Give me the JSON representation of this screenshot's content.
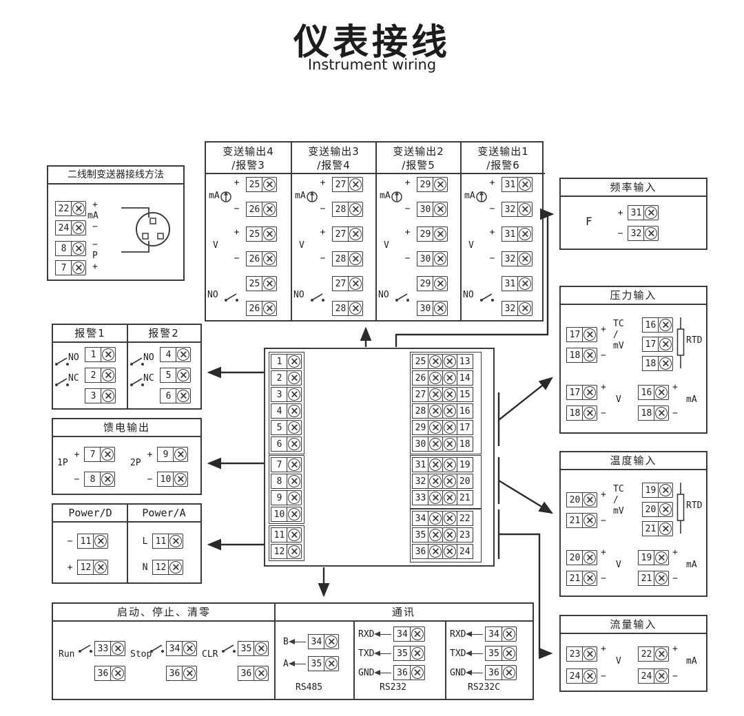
{
  "page_title": "仪表接线",
  "page_subtitle": "Instrument wiring",
  "two_wire": {
    "title": "二线制变送器接线方法",
    "terminals": [
      "22",
      "24",
      "8",
      "7"
    ],
    "group1_labels": [
      "+",
      "mA",
      "−"
    ],
    "group2_labels": [
      "−",
      "P",
      "+"
    ]
  },
  "transmit": {
    "columns": [
      {
        "title": "变送输出4",
        "subtitle": "/报警3",
        "terminals": [
          "25",
          "26"
        ]
      },
      {
        "title": "变送输出3",
        "subtitle": "/报警4",
        "terminals": [
          "27",
          "28"
        ]
      },
      {
        "title": "变送输出2",
        "subtitle": "/报警5",
        "terminals": [
          "29",
          "30"
        ]
      },
      {
        "title": "变送输出1",
        "subtitle": "/报警6",
        "terminals": [
          "31",
          "32"
        ]
      }
    ],
    "sections": [
      {
        "label": "mA",
        "plus": "+",
        "minus": "−"
      },
      {
        "label": "V",
        "plus": "+",
        "minus": "−"
      },
      {
        "label": "NO"
      }
    ]
  },
  "frequency": {
    "title": "频率输入",
    "label": "F",
    "rows": [
      {
        "sign": "+",
        "num": "31"
      },
      {
        "sign": "−",
        "num": "32"
      }
    ]
  },
  "pressure": {
    "title": "压力输入",
    "tc": {
      "nums": [
        "17",
        "18"
      ],
      "labels": [
        "TC",
        "/",
        "mV"
      ],
      "plus": "+",
      "minus": "−"
    },
    "rtd": {
      "nums": [
        "16",
        "17",
        "18"
      ],
      "label": "RTD"
    },
    "v": {
      "nums": [
        "17",
        "18"
      ],
      "label": "V",
      "plus": "+",
      "minus": "−"
    },
    "ma": {
      "nums": [
        "16",
        "18"
      ],
      "label": "mA",
      "plus": "+",
      "minus": "−"
    }
  },
  "temperature": {
    "title": "温度输入",
    "tc": {
      "nums": [
        "20",
        "21"
      ],
      "labels": [
        "TC",
        "/",
        "mV"
      ],
      "plus": "+",
      "minus": "−"
    },
    "rtd": {
      "nums": [
        "19",
        "20",
        "21"
      ],
      "label": "RTD"
    },
    "v": {
      "nums": [
        "20",
        "21"
      ],
      "label": "V",
      "plus": "+",
      "minus": "−"
    },
    "ma": {
      "nums": [
        "19",
        "21"
      ],
      "label": "mA",
      "plus": "+",
      "minus": "−"
    }
  },
  "flow": {
    "title": "流量输入",
    "v": {
      "nums": [
        "23",
        "24"
      ],
      "label": "V",
      "plus": "+",
      "minus": "−"
    },
    "ma": {
      "nums": [
        "22",
        "24"
      ],
      "label": "mA",
      "plus": "+",
      "minus": "−"
    }
  },
  "alarms": {
    "columns": [
      {
        "title": "报警1",
        "nums": [
          "1",
          "2",
          "3"
        ]
      },
      {
        "title": "报警2",
        "nums": [
          "4",
          "5",
          "6"
        ]
      }
    ],
    "no_label": "NO",
    "nc_label": "NC"
  },
  "feed": {
    "title": "馈电输出",
    "groups": [
      {
        "label": "1P",
        "rows": [
          {
            "sign": "+",
            "num": "7"
          },
          {
            "sign": "−",
            "num": "8"
          }
        ]
      },
      {
        "label": "2P",
        "rows": [
          {
            "sign": "+",
            "num": "9"
          },
          {
            "sign": "−",
            "num": "10"
          }
        ]
      }
    ]
  },
  "power": {
    "columns": [
      {
        "title": "Power/D",
        "rows": [
          {
            "sign": "−",
            "num": "11"
          },
          {
            "sign": "+",
            "num": "12"
          }
        ]
      },
      {
        "title": "Power/A",
        "rows": [
          {
            "sign": "L",
            "num": "11"
          },
          {
            "sign": "N",
            "num": "12"
          }
        ]
      }
    ]
  },
  "center_block": {
    "left": [
      "1",
      "2",
      "3",
      "4",
      "5",
      "6",
      "7",
      "8",
      "9",
      "10",
      "11",
      "12"
    ],
    "right": [
      [
        "25",
        "13"
      ],
      [
        "26",
        "14"
      ],
      [
        "27",
        "15"
      ],
      [
        "28",
        "16"
      ],
      [
        "29",
        "17"
      ],
      [
        "30",
        "18"
      ],
      [
        "31",
        "19"
      ],
      [
        "32",
        "20"
      ],
      [
        "33",
        "21"
      ],
      [
        "34",
        "22"
      ],
      [
        "35",
        "23"
      ],
      [
        "36",
        "24"
      ]
    ]
  },
  "bottom": {
    "left_title": "启动、停止、清零",
    "right_title": "通讯",
    "switches": [
      {
        "label": "Run",
        "nums": [
          "33",
          "36"
        ]
      },
      {
        "label": "Stop",
        "nums": [
          "34",
          "36"
        ]
      },
      {
        "label": "CLR",
        "nums": [
          "35",
          "36"
        ]
      }
    ],
    "comm_columns": [
      {
        "label": "RS485",
        "rows": [
          {
            "sig": "B",
            "num": "34"
          },
          {
            "sig": "A",
            "num": "35"
          }
        ]
      },
      {
        "label": "RS232",
        "rows": [
          {
            "sig": "RXD",
            "num": "34"
          },
          {
            "sig": "TXD",
            "num": "35"
          },
          {
            "sig": "GND",
            "num": "36"
          }
        ]
      },
      {
        "label": "RS232C",
        "rows": [
          {
            "sig": "RXD",
            "num": "34"
          },
          {
            "sig": "TXD",
            "num": "35"
          },
          {
            "sig": "GND",
            "num": "36"
          }
        ]
      }
    ]
  }
}
